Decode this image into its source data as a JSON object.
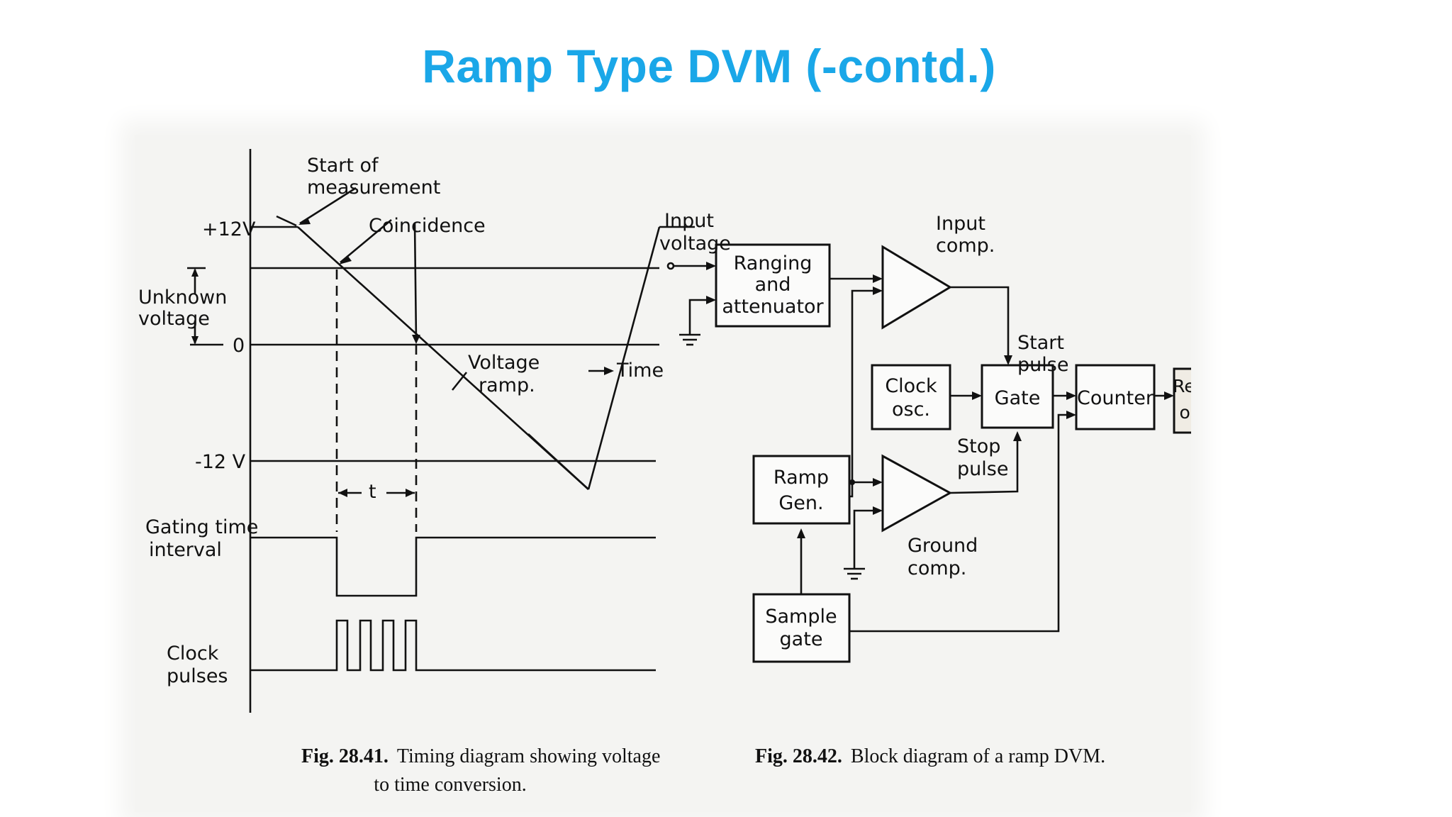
{
  "title": "Ramp Type DVM (-contd.)",
  "timing": {
    "start_label": [
      "Start of",
      "measurement"
    ],
    "coincidence": "Coincidence",
    "plus12": "+12V",
    "minus12": "-12 V",
    "zero": "0",
    "unknown": [
      "Unknown",
      "voltage"
    ],
    "ramp": [
      "Voltage",
      "ramp."
    ],
    "time": "Time",
    "t": "t",
    "gating": [
      "Gating time",
      "interval"
    ],
    "clock": [
      "Clock",
      "pulses"
    ]
  },
  "block": {
    "input_voltage": [
      "Input",
      "voltage"
    ],
    "ranging": [
      "Ranging",
      "and",
      "attenuator"
    ],
    "input_comp": [
      "Input",
      "comp."
    ],
    "start_pulse": [
      "Start",
      "pulse"
    ],
    "clock_osc": [
      "Clock",
      "osc."
    ],
    "gate": "Gate",
    "counter": "Counter",
    "readout": "Readout",
    "readout_digits": "o o o o",
    "stop_pulse": [
      "Stop",
      "pulse"
    ],
    "ramp_gen": [
      "Ramp",
      "Gen."
    ],
    "ground_comp": [
      "Ground",
      "comp."
    ],
    "sample_gate": [
      "Sample",
      "gate"
    ]
  },
  "captions": {
    "fig1_num": "Fig. 28.41.",
    "fig1_text": "Timing diagram showing voltage",
    "fig1_text2": "to time conversion.",
    "fig2_num": "Fig. 28.42.",
    "fig2_text": "Block diagram of a ramp DVM."
  }
}
